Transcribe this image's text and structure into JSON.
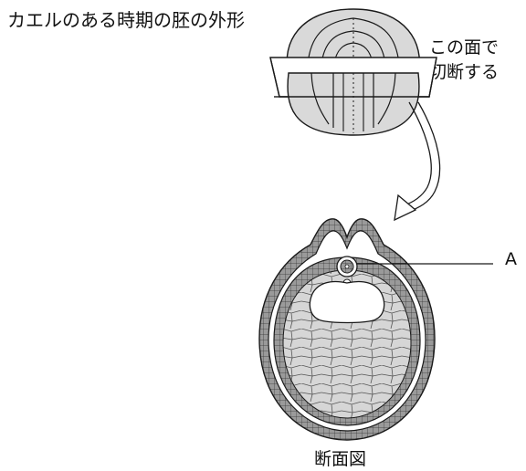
{
  "title": "カエルのある時期の胚の外形",
  "cut_note": [
    "この面で",
    "切断する"
  ],
  "pointer_label": "A",
  "section_caption": "断面図",
  "colors": {
    "line": "#1a1a1a",
    "embryo_fill": "#d8d8d8",
    "yolk_fill": "#cfcfcf",
    "cavity_fill": "#ffffff",
    "tissue_fill": "#8a8a8a"
  }
}
